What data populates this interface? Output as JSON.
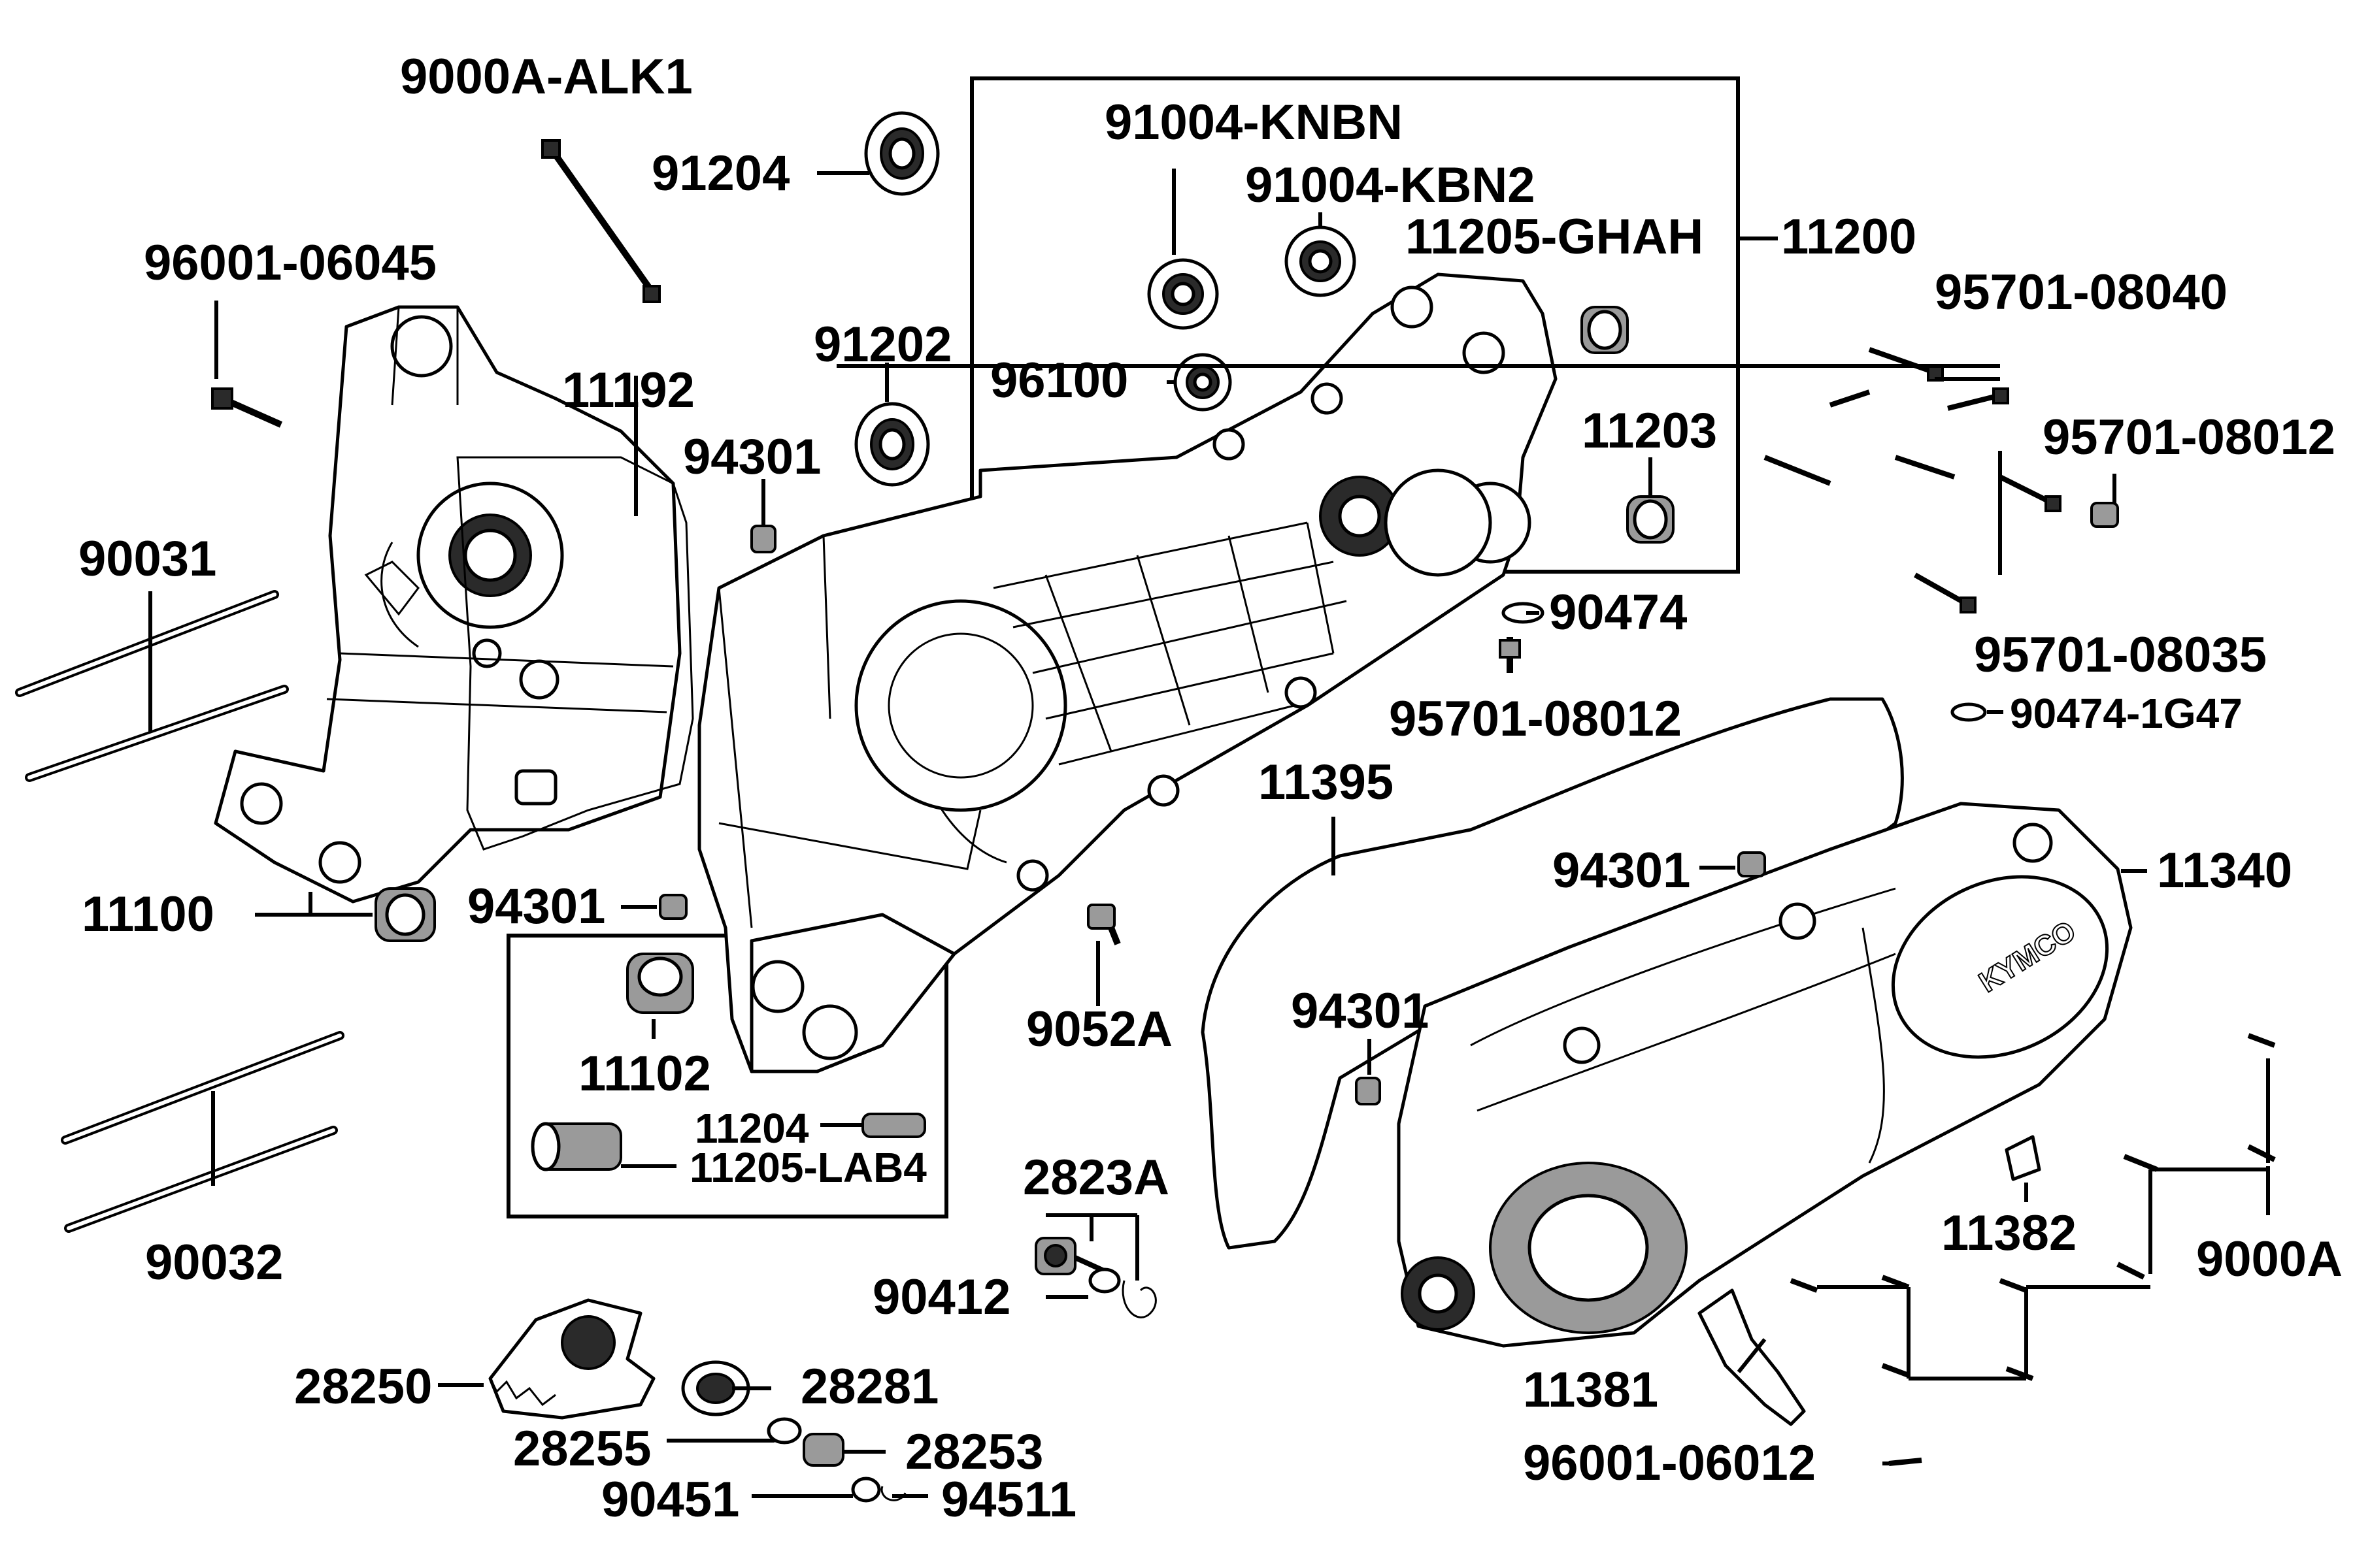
{
  "brand": {
    "cover_logo": "KYMCO"
  },
  "labels": {
    "p9000A_ALK1": "9000A-ALK1",
    "p91204": "91204",
    "p91004_KNBN": "91004-KNBN",
    "p91004_KBN2": "91004-KBN2",
    "p11205_GHAH": "11205-GHAH",
    "p11200": "11200",
    "p96001_06045": "96001-06045",
    "p11192": "11192",
    "p91202": "91202",
    "p96100": "96100",
    "p95701_08040": "95701-08040",
    "p94301_a": "94301",
    "p11203": "11203",
    "p95701_08012_a": "95701-08012",
    "p90031": "90031",
    "p90474": "90474",
    "p95701_08035": "95701-08035",
    "p95701_08012_b": "95701-08012",
    "p90474_1G47": "90474-1G47",
    "p11395": "11395",
    "p94301_b": "94301",
    "p11340": "11340",
    "p11100": "11100",
    "p94301_c": "94301",
    "p9052A": "9052A",
    "p94301_d": "94301",
    "p11102": "11102",
    "p11204": "11204",
    "p11205_LAB4": "11205-LAB4",
    "p2823A": "2823A",
    "p90032": "90032",
    "p90412": "90412",
    "p11382": "11382",
    "p9000A": "9000A",
    "p28250": "28250",
    "p28281": "28281",
    "p28255": "28255",
    "p28253": "28253",
    "p11381": "11381",
    "p90451": "90451",
    "p94511": "94511",
    "p96001_06012": "96001-06012"
  }
}
